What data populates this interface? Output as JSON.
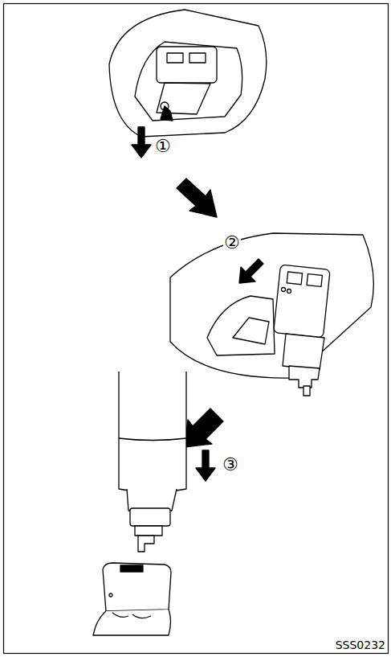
{
  "diagram": {
    "labels": [
      "①",
      "②",
      "③",
      "SSS0232"
    ]
  }
}
